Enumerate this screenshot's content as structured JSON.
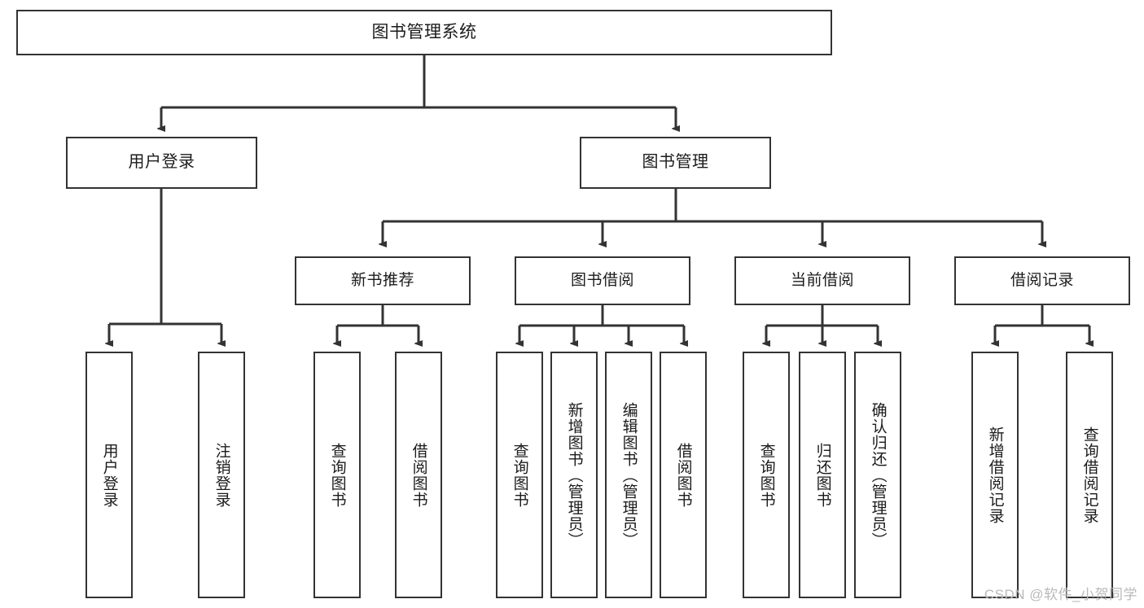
{
  "diagram": {
    "title": "图书管理系统",
    "type": "tree-hierarchy",
    "watermark": "CSDN @软件_小贺同学",
    "colors": {
      "box_border": "#333333",
      "box_fill": "#ffffff",
      "connector": "#333333",
      "text": "#1b1b1b",
      "watermark": "#b9b9b9"
    },
    "root": {
      "label": "图书管理系统"
    },
    "level2": [
      {
        "label": "用户登录"
      },
      {
        "label": "图书管理"
      }
    ],
    "level3": [
      {
        "label": "新书推荐"
      },
      {
        "label": "图书借阅"
      },
      {
        "label": "当前借阅"
      },
      {
        "label": "借阅记录"
      }
    ],
    "leaves": {
      "user_login": [
        {
          "label": "用户登录"
        },
        {
          "label": "注销登录"
        }
      ],
      "new_book_recommend": [
        {
          "label": "查询图书"
        },
        {
          "label": "借阅图书"
        }
      ],
      "book_borrow": [
        {
          "label": "查询图书"
        },
        {
          "label": "新增图书（管理员）"
        },
        {
          "label": "编辑图书（管理员）"
        },
        {
          "label": "借阅图书"
        }
      ],
      "current_borrow": [
        {
          "label": "查询图书"
        },
        {
          "label": "归还图书"
        },
        {
          "label": "确认归还（管理员）"
        }
      ],
      "borrow_record": [
        {
          "label": "新增借阅记录"
        },
        {
          "label": "查询借阅记录"
        }
      ]
    }
  }
}
